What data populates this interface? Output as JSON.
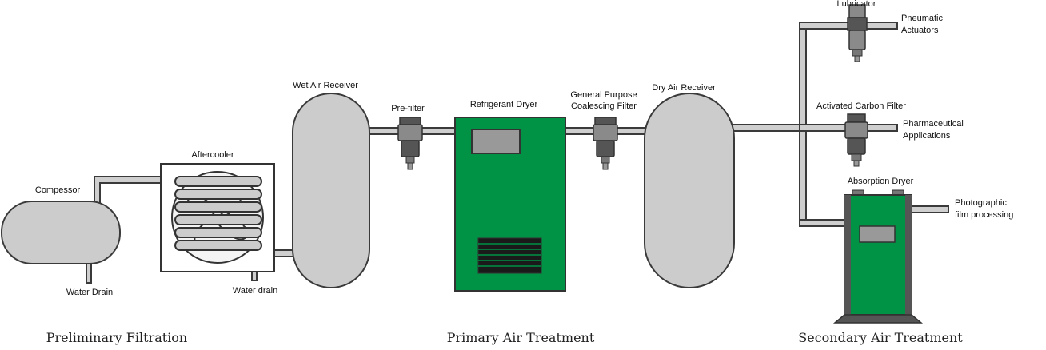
{
  "labels": {
    "compressor": "Compessor",
    "water_drain_1": "Water Drain",
    "aftercooler": "Aftercooler",
    "water_drain_2": "Water drain",
    "wet_air_receiver": "Wet Air Receiver",
    "pre_filter": "Pre-filter",
    "refrigerant_dryer": "Refrigerant Dryer",
    "gp_filter_line1": "General Purpose",
    "gp_filter_line2": "Coalescing Filter",
    "dry_air_receiver": "Dry Air Receiver",
    "lubricator": "Lubricator",
    "pneumatic_line1": "Pneumatic",
    "pneumatic_line2": "Actuators",
    "activated_carbon_filter": "Activated Carbon Filter",
    "pharma_line1": "Pharmaceutical",
    "pharma_line2": "Applications",
    "absorption_dryer": "Absorption Dryer",
    "photo_line1": "Photographic",
    "photo_line2": "film processing"
  },
  "sections": {
    "preliminary": "Preliminary Filtration",
    "primary": "Primary Air Treatment",
    "secondary": "Secondary Air Treatment"
  },
  "colors": {
    "dryer_green": "#009245",
    "tank_gray": "#cccccc",
    "outline": "#3a3a3a"
  }
}
